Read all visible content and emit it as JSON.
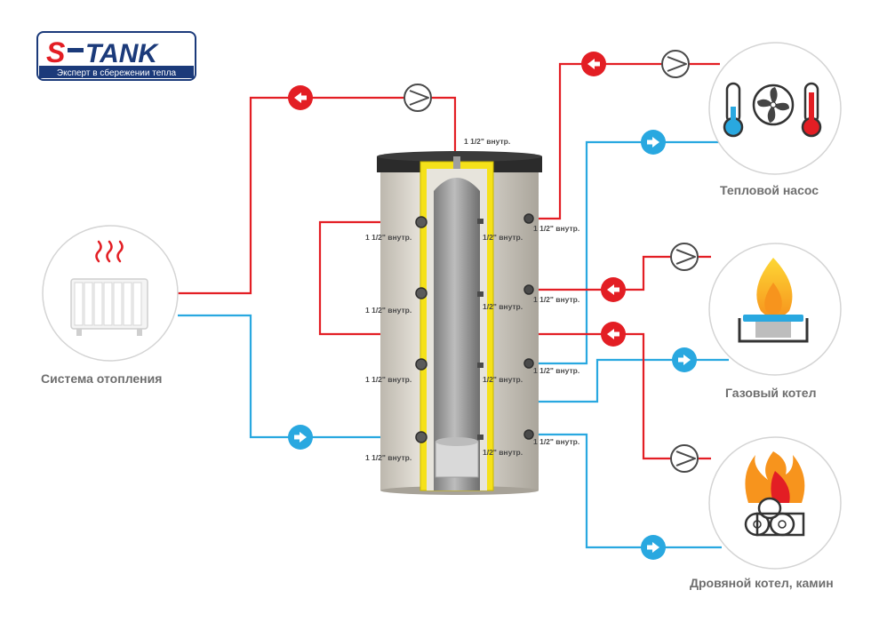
{
  "logo": {
    "brand_prefix": "S",
    "brand_name": "TANK",
    "tagline": "Эксперт в сбережении тепла"
  },
  "left_system": {
    "label": "Система отопления"
  },
  "devices": {
    "heat_pump": "Тепловой насос",
    "gas_boiler": "Газовый котел",
    "wood_boiler": "Дровяной котел, камин"
  },
  "port_labels": {
    "top": "1 1/2\" внутр.",
    "left_1": "1 1/2\" внутр.",
    "left_2": "1 1/2\" внутр.",
    "left_3": "1 1/2\" внутр.",
    "left_4": "1 1/2\" внутр.",
    "mid_1": "1/2\" внутр.",
    "mid_2": "1/2\" внутр.",
    "mid_3": "1/2\" внутр.",
    "mid_4": "1/2\" внутр.",
    "right_1": "1 1/2\" внутр.",
    "right_2": "1 1/2\" внутр.",
    "right_3": "1 1/2\" внутр.",
    "right_4": "1 1/2\" внутр."
  },
  "colors": {
    "hot": "#e31e24",
    "cold": "#29a8e0",
    "brand_blue": "#1b3a7a",
    "brand_red": "#e31e24",
    "insulation": "#f5e11a",
    "tank_shell": "#d8d4cc",
    "label_gray": "#6e6e6e"
  },
  "icons": {
    "heating": "radiator-icon",
    "heat_pump": "thermometer-fan-icon",
    "gas": "gas-flame-icon",
    "wood": "firewood-icon",
    "pump": "pump-icon",
    "flow_left": "arrow-left-icon",
    "flow_right": "arrow-right-icon"
  }
}
